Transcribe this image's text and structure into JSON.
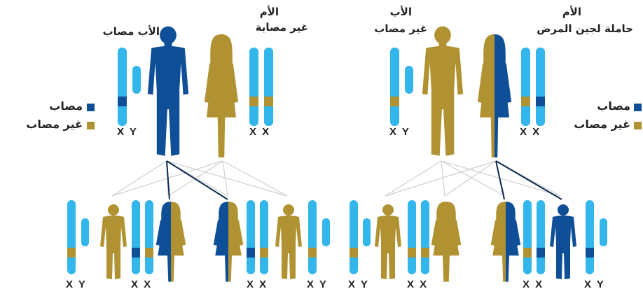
{
  "colors": {
    "affected": "#0f4f97",
    "unaffected": "#b19232",
    "chromosome": "#33b6eb",
    "lines": "#cfcfcf",
    "dark_line": "#0b2a4f"
  },
  "legend": {
    "affected": "مصاب",
    "unaffected": "غير مصاب"
  },
  "left_family": {
    "father": {
      "title": "الأب",
      "status": "مصاب",
      "chromosomes": "X Y"
    },
    "mother": {
      "title": "الأم",
      "status": "غير مصابة",
      "chromosomes": "X X"
    },
    "children_chromosomes": [
      "X Y",
      "X X",
      "X X",
      "X Y"
    ]
  },
  "right_family": {
    "father": {
      "title": "الأب",
      "status": "غير مصاب",
      "chromosomes": "X Y"
    },
    "mother": {
      "title": "الأم",
      "status": "حاملة لجين المرض",
      "chromosomes": "X X"
    },
    "children_chromosomes": [
      "X Y",
      "X X",
      "X X",
      "X Y"
    ]
  }
}
